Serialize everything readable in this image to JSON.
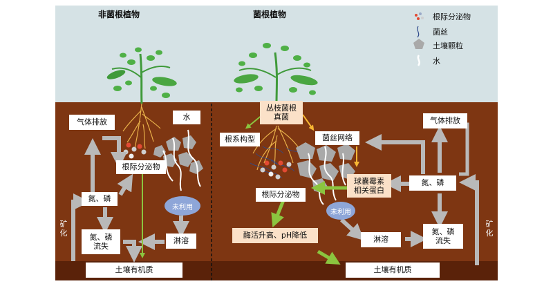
{
  "titles": {
    "left": "非菌根植物",
    "right": "菌根植物"
  },
  "legend": [
    {
      "label": "根际分泌物",
      "icon": "exudate-dots-icon"
    },
    {
      "label": "菌丝",
      "icon": "hypha-icon"
    },
    {
      "label": "土壤颗粒",
      "icon": "soil-particle-icon"
    },
    {
      "label": "水",
      "icon": "water-icon"
    }
  ],
  "left": {
    "gas": "气体排放",
    "water": "水",
    "exudate": "根际分泌物",
    "n_p": "氮、磷",
    "unused": "未利用",
    "n_p_loss_line1": "氮、磷",
    "n_p_loss_line2": "流失",
    "leaching": "淋溶",
    "som": "土壤有机质",
    "mineral": "矿化"
  },
  "right": {
    "amf_line1": "丛枝菌根",
    "amf_line2": "真菌",
    "root_config": "根系构型",
    "hyphal_net": "菌丝网络",
    "glomalin_line1": "球囊霉素",
    "glomalin_line2": "相关蛋白",
    "exudate": "根际分泌物",
    "unused": "未利用",
    "enzyme": "酶活升高、pH降低",
    "leaching": "淋溶",
    "gas": "气体排放",
    "n_p": "氮、磷",
    "n_p_loss_line1": "氮、磷",
    "n_p_loss_line2": "流失",
    "som": "土壤有机质",
    "mineral": "矿化"
  },
  "colors": {
    "sky": "#d5e2e5",
    "soil": "#7e3612",
    "soil_band": "#5a2209",
    "arrow_gray": "#b9b9b9",
    "arrow_green": "#8bc53f",
    "arrow_yellow": "#f7b733",
    "oval_blue": "#8ea6d8",
    "peach": "#fbe1c8"
  }
}
